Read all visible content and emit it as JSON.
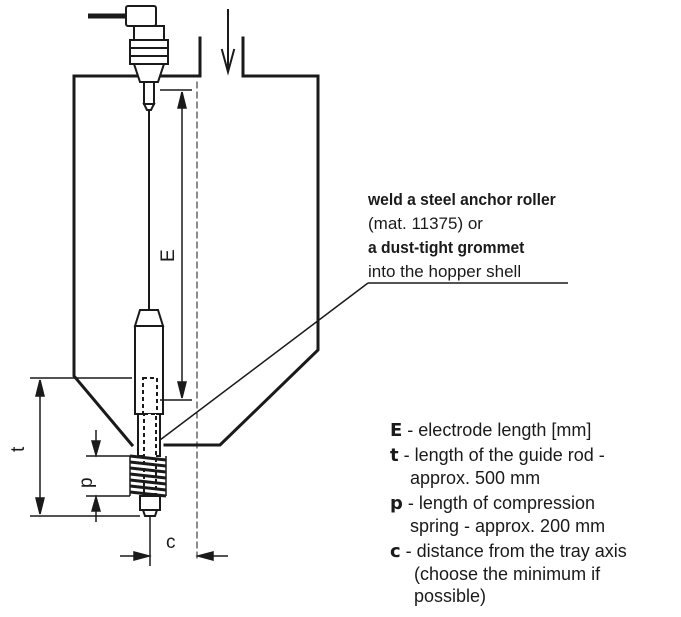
{
  "callout": {
    "line1": "weld a steel anchor roller",
    "line2": "(mat. 11375) or",
    "line3": "a dust-tight grommet",
    "line4": "into the hopper shell"
  },
  "dimensions": {
    "e": "E",
    "t": "t",
    "p": "p",
    "c": "c"
  },
  "legend": [
    {
      "key": "E",
      "text": " - electrode length [mm]",
      "cont": ""
    },
    {
      "key": "t",
      "text": " - length of the guide rod -",
      "cont": "approx. 500 mm"
    },
    {
      "key": "p",
      "text": " - length of compression",
      "cont": "spring - approx. 200 mm"
    },
    {
      "key": "c",
      "text": " -  distance from the tray axis",
      "cont": "(choose the minimum if",
      "cont2": "possible)"
    }
  ]
}
